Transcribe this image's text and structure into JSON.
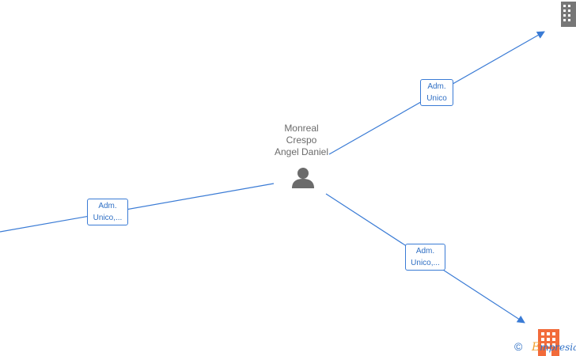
{
  "nodes": {
    "center_person": {
      "name_lines": [
        "Monreal",
        "Crespo",
        "Angel Daniel"
      ],
      "icon": "person-icon"
    },
    "top_right_company": {
      "icon": "building-icon",
      "color": "#777777"
    },
    "bottom_right_company": {
      "icon": "building-icon",
      "color": "#f26b3a"
    }
  },
  "edges": {
    "upper_right": {
      "label_lines": [
        "Adm.",
        "Unico"
      ]
    },
    "lower_right": {
      "label_lines": [
        "Adm.",
        "Unico,..."
      ]
    },
    "left": {
      "label_lines": [
        "Adm.",
        "Unico,..."
      ]
    }
  },
  "colors": {
    "edge": "#3a7bd5",
    "person": "#6b6b6b",
    "label_text": "#2f6fc4"
  },
  "footer": {
    "copyright_symbol": "©",
    "brand_first": "E",
    "brand_rest": "mpresia"
  }
}
